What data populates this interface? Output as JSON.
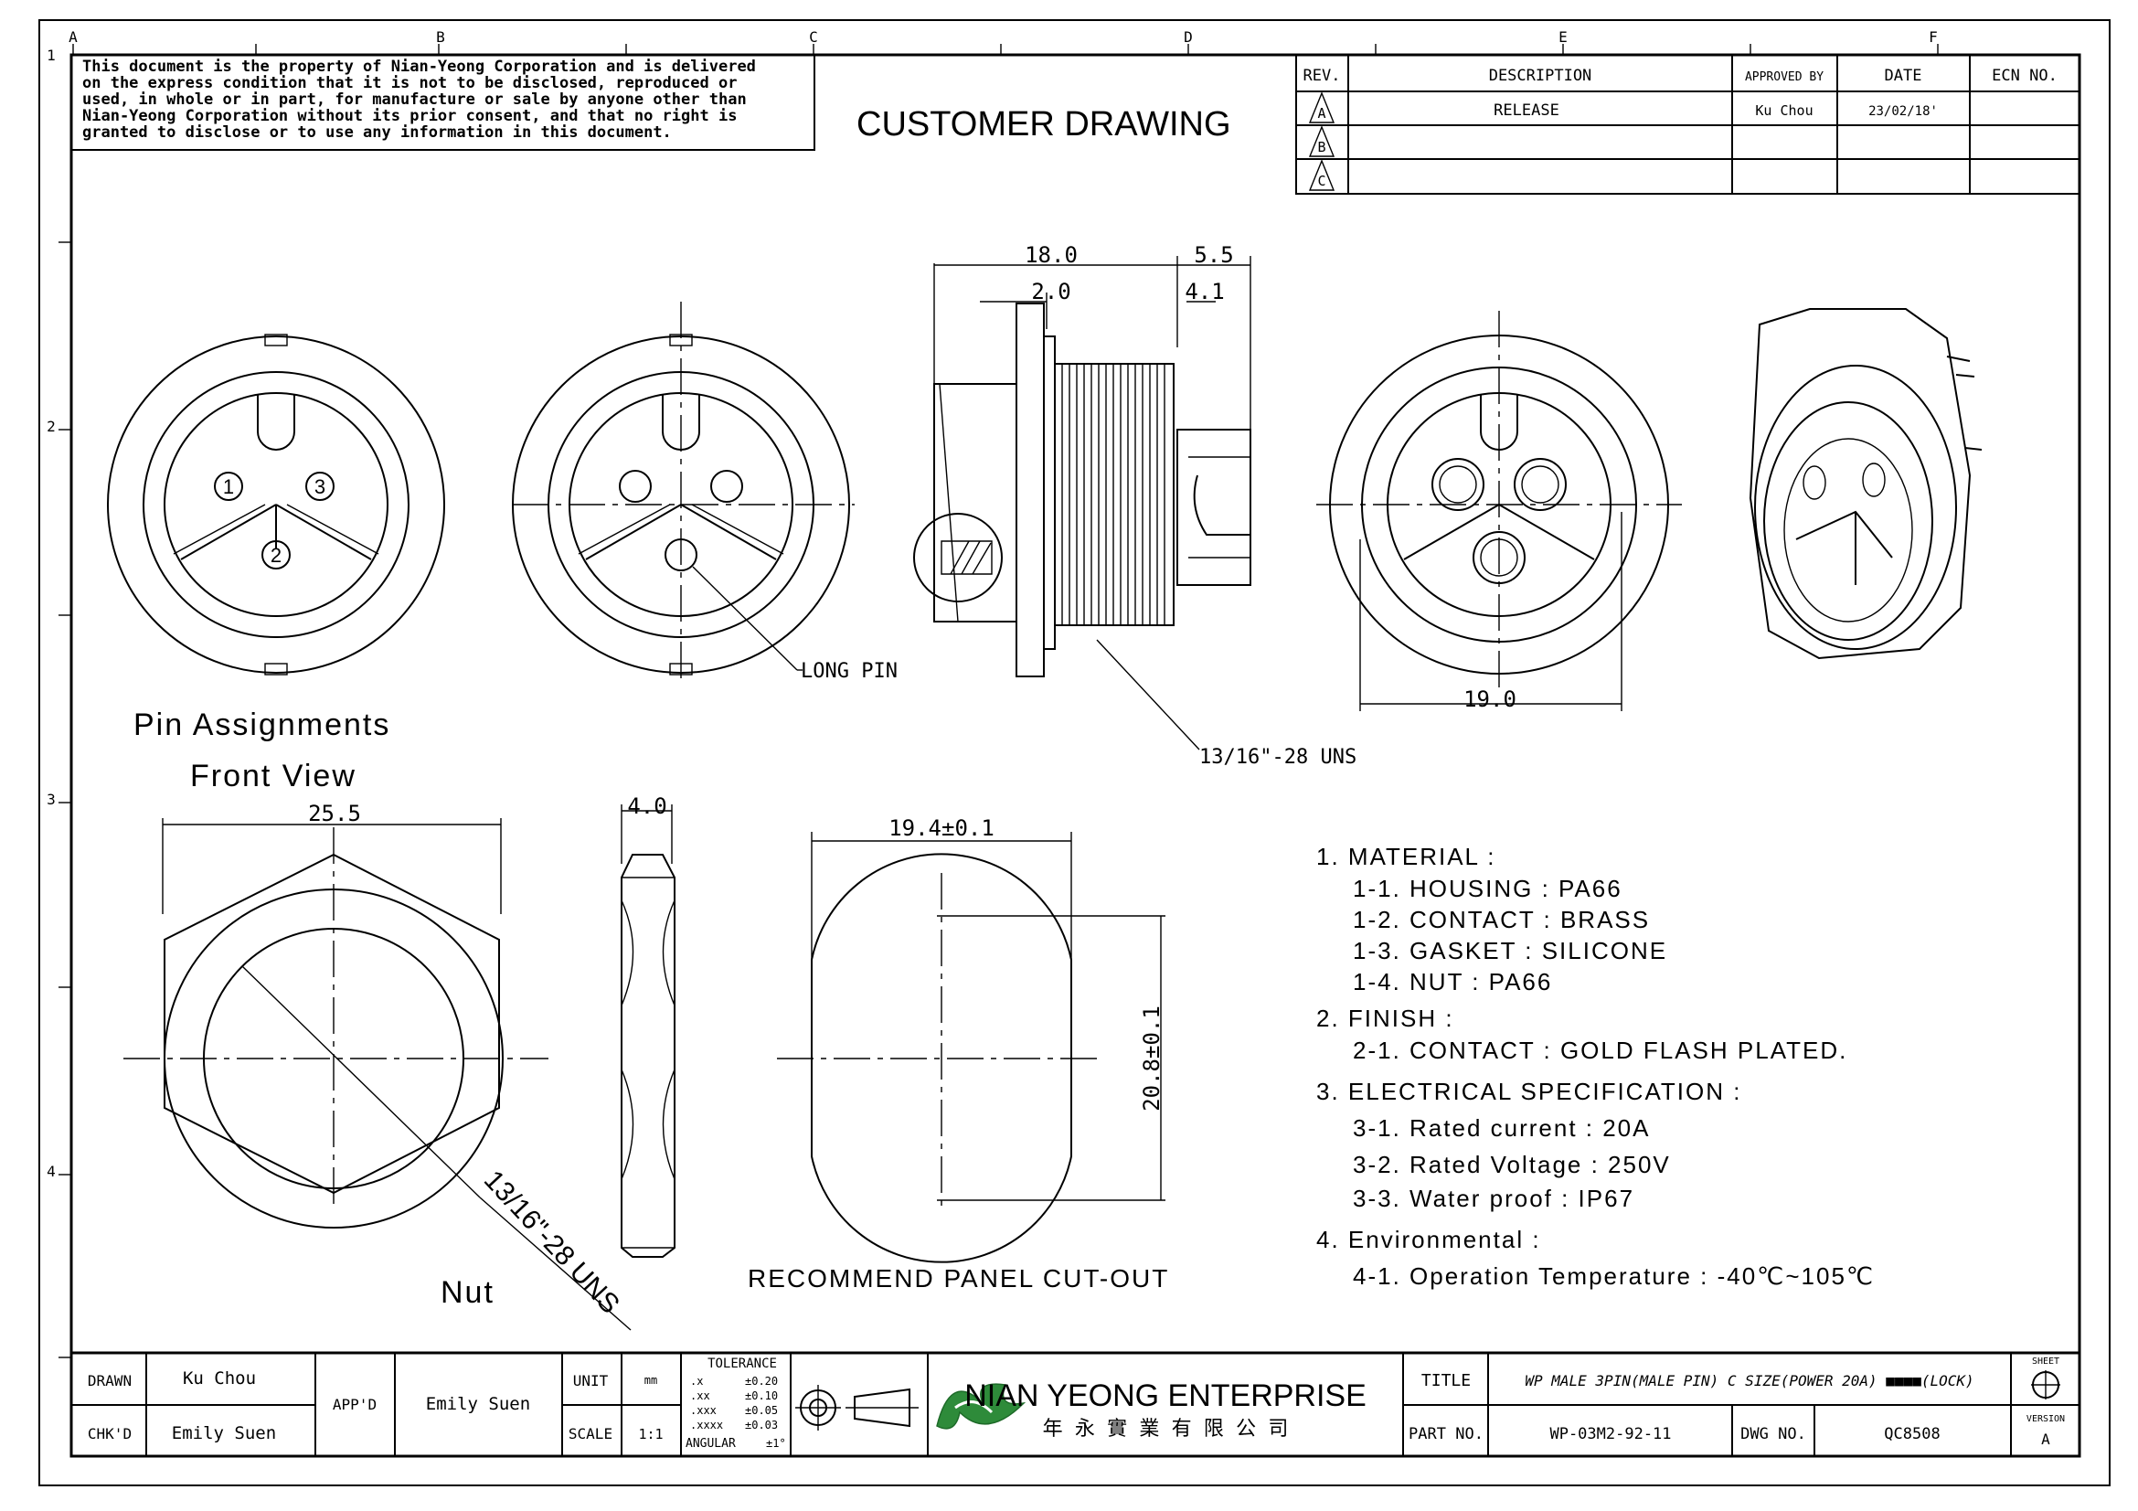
{
  "border": {
    "col_letters": [
      "A",
      "B",
      "C",
      "D",
      "E",
      "F"
    ],
    "row_numbers": [
      "1",
      "2",
      "3",
      "4"
    ]
  },
  "disclaimer": {
    "lines": [
      "This document is the property of Nian-Yeong Corporation and is delivered",
      "on  the  express condition that it is not to be disclosed, reproduced or",
      "used, in whole or in part, for manufacture or sale by anyone other than",
      "Nian-Yeong Corporation without  its prior consent, and that  no right  is",
      "granted to disclose or to use any information in this  document."
    ]
  },
  "drawing_title": "CUSTOMER DRAWING",
  "revision_table": {
    "headers": [
      "REV.",
      "DESCRIPTION",
      "APPROVED BY",
      "DATE",
      "ECN NO."
    ],
    "rows": [
      {
        "rev": "A",
        "description": "RELEASE",
        "approved_by": "Ku Chou",
        "date": "23/02/18'",
        "ecn": ""
      },
      {
        "rev": "B",
        "description": "",
        "approved_by": "",
        "date": "",
        "ecn": ""
      },
      {
        "rev": "C",
        "description": "",
        "approved_by": "",
        "date": "",
        "ecn": ""
      }
    ]
  },
  "views": {
    "pin_labels": [
      "1",
      "3",
      "2"
    ],
    "pin_assignments_title": "Pin Assignments",
    "front_view_title": "Front View",
    "long_pin_label": "LONG PIN",
    "side_dims": {
      "overall": "18.0",
      "flange": "2.0",
      "tip_a": "5.5",
      "tip_b": "4.1"
    },
    "thread_label": "13/16\"-28 UNS",
    "rear_dim": "19.0",
    "nut_width": "25.5",
    "nut_thickness": "4.0",
    "nut_thread": "13/16\"-28 UNS",
    "nut_title": "Nut",
    "cutout_width": "19.4±0.1",
    "cutout_height": "20.8±0.1",
    "cutout_title": "RECOMMEND PANEL CUT-OUT"
  },
  "notes": [
    {
      "text": "1.  MATERIAL  :",
      "indent": 0
    },
    {
      "text": "1-1.  HOUSING  :  PA66",
      "indent": 1
    },
    {
      "text": "1-2.  CONTACT  :  BRASS",
      "indent": 1
    },
    {
      "text": "1-3.  GASKET  :  SILICONE",
      "indent": 1
    },
    {
      "text": "1-4.  NUT  :  PA66",
      "indent": 1
    },
    {
      "text": "2.  FINISH  :",
      "indent": 0
    },
    {
      "text": "2-1.  CONTACT  :  GOLD  FLASH  PLATED.",
      "indent": 1
    },
    {
      "text": "3.  ELECTRICAL  SPECIFICATION  :",
      "indent": 0
    },
    {
      "text": "3-1.  Rated  current  :  20A",
      "indent": 1
    },
    {
      "text": "3-2.  Rated  Voltage  :  250V",
      "indent": 1
    },
    {
      "text": "3-3.  Water  proof  :  IP67",
      "indent": 1
    },
    {
      "text": "4.  Environmental  :",
      "indent": 0
    },
    {
      "text": "4-1.  Operation  Temperature  :  -40℃~105℃",
      "indent": 1
    }
  ],
  "title_block": {
    "drawn_label": "DRAWN",
    "drawn_value": "Ku Chou",
    "chkd_label": "CHK'D",
    "chkd_value": "Emily Suen",
    "appd_label": "APP'D",
    "appd_value": "Emily Suen",
    "unit_label": "UNIT",
    "unit_value": "mm",
    "scale_label": "SCALE",
    "scale_value": "1:1",
    "tolerance_title": "TOLERANCE",
    "tolerance_rows": [
      {
        "k": ".x",
        "v": "±0.20"
      },
      {
        "k": ".xx",
        "v": "±0.10"
      },
      {
        "k": ".xxx",
        "v": "±0.05"
      },
      {
        "k": ".xxxx",
        "v": "±0.03"
      },
      {
        "k": "ANGULAR",
        "v": "±1°"
      }
    ],
    "company_name": "NIAN YEONG ENTERPRISE",
    "company_name_cn": "年 永 實 業 有 限 公 司",
    "title_label": "TITLE",
    "title_value": "WP MALE 3PIN(MALE PIN) C SIZE(POWER 20A) ■■■■(LOCK)",
    "part_label": "PART NO.",
    "part_value": "WP-03M2-92-11",
    "dwg_label": "DWG NO.",
    "dwg_value": "QC8508",
    "sheet_label": "SHEET",
    "version_label": "VERSION",
    "version_value": "A"
  }
}
